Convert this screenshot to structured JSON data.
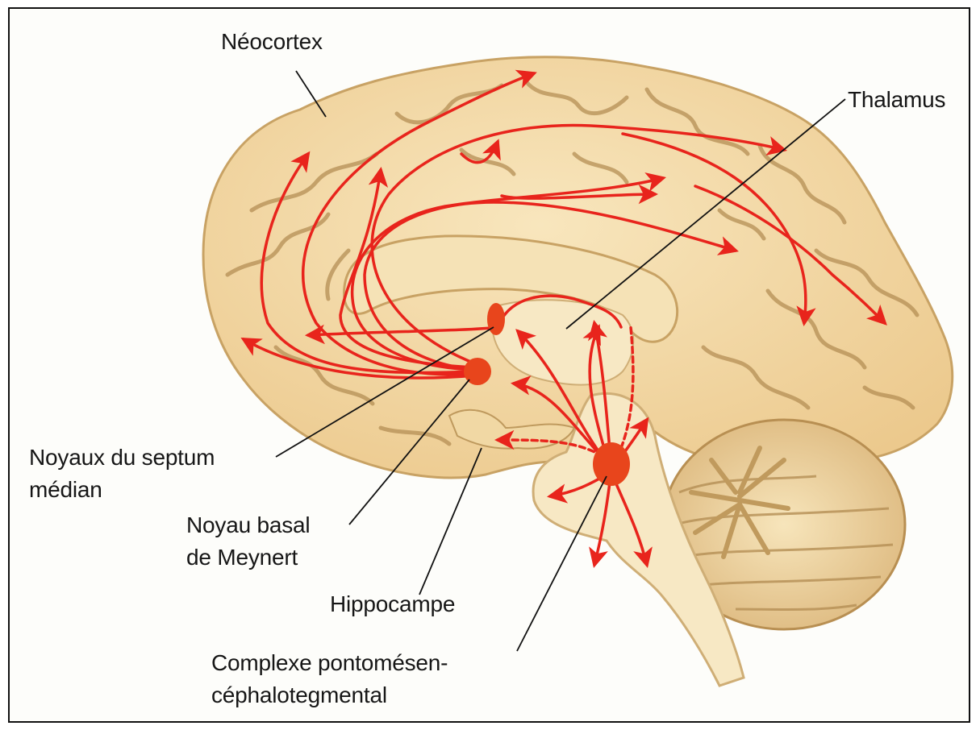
{
  "labels": {
    "neocortex": "Néocortex",
    "thalamus": "Thalamus",
    "septum_line1": "Noyaux du septum",
    "septum_line2": "médian",
    "meynert_line1": "Noyau basal",
    "meynert_line2": "de Meynert",
    "hippocampe": "Hippocampe",
    "complexe_line1": "Complexe pontomésen-",
    "complexe_line2": "céphalotegmental"
  },
  "colors": {
    "pathway": "#e8241c",
    "nucleus": "#e8451c",
    "cortex": "#f3dcaa",
    "cortex_shadow": "#d9b77a",
    "sulcus": "#b58f55",
    "brainstem": "#f6e6bf",
    "cerebellum": "#f2d9a5",
    "leader_line": "#111111"
  }
}
